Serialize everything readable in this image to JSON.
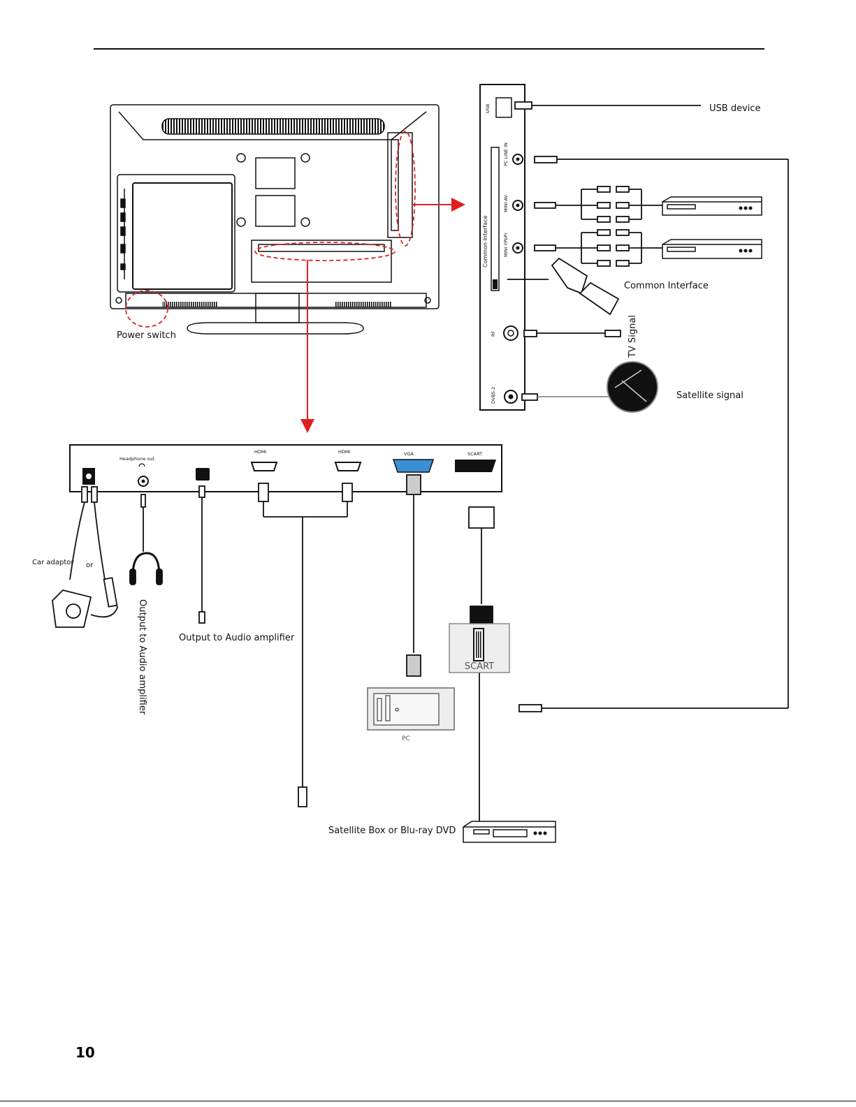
{
  "page": {
    "number": "10"
  },
  "labels": {
    "usb_device": "USB device",
    "common_interface": "Common Interface",
    "tv_signal": "TV Signal",
    "satellite_signal": "Satellite signal",
    "power_switch": "Power switch",
    "car_adaptor": "Car adaptor",
    "or": "or",
    "output_audio_amplifier_vertical": "Output to Audio amplifier",
    "output_audio_amplifier": "Output to Audio amplifier",
    "pc": "PC",
    "scart_box": "SCART",
    "satellite_box": "Satellite Box or Blu-ray DVD"
  },
  "side_panel": {
    "usb": "USB",
    "pc_line_in": "PC LINE IN",
    "mini_av": "MINI AV",
    "mini_ypbpr": "MINI YPbPr",
    "ci_slot": "Common Interface",
    "rf": "RF",
    "dvbs2": "DVBS-2"
  },
  "bottom_panel": {
    "headphone_out": "Headphone out",
    "hdmi1": "HDMI",
    "hdmi2": "HDMI",
    "vga": "VGA",
    "scart": "SCART"
  },
  "colors": {
    "accent": "#e02020",
    "line": "#111111",
    "vga_port": "#3a8fd6"
  }
}
